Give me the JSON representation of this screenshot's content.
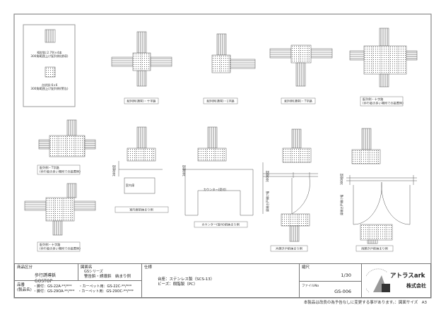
{
  "legend": {
    "line_block": [
      "線状鋲:2.7列×4本",
      "300角範囲上げ配列例(誘導)"
    ],
    "dot_block": [
      "点状鋲:6×6",
      "300角範囲上げ配列例(警告)"
    ]
  },
  "figures": {
    "cross_normal": "配列例(通常)・十字路",
    "l_normal": "配列例(通常)・L字路",
    "t_normal": "配列例(通常)・T字路",
    "cross_crowded": [
      "配列例・十字路",
      "(歩行者の多い場所での設置例)"
    ],
    "t_crowded": [
      "配列例・T字路",
      "(歩行者の多い場所での設置例)"
    ],
    "cross_crowded2": [
      "配列例・十字路",
      "(歩行者の多い場所での設置例)"
    ],
    "room_door": "室内扉前納まり例",
    "room_door_box": "室内扉",
    "counter": "カウンター(受付)前納まり例",
    "counter_box": "カウンター(受付)",
    "single_door": "片開き戸前納まり例",
    "double_door": "両開き戸前納まり例",
    "dim_300": "300程度",
    "dim_door": "扉開き戸開け幅"
  },
  "title_block": {
    "category_label": "商品区分",
    "category_value": "歩行誘導鋲　GOSTOP",
    "drawing_label": "図面名",
    "drawing_series": "GSシリーズ",
    "drawing_value": "警告鋲・誘導鋲　納まり例",
    "model_label": "品番",
    "model_label2": "(製品名)",
    "model_rows": [
      "・脚付：GS-22A-**/***　　・カーペット用：GS-22C-**/***",
      "・脚付：GS-29OA-**/***　・カーペット用：GS-29OC-**/***"
    ],
    "spec_label": "仕様",
    "spec_rows": [
      "台座：ステンレス製（SCS-13）",
      "ビーズ：樹脂製（PC）"
    ],
    "scale_label": "縮尺",
    "scale_value": "1/30",
    "file_label": "ファイルNo",
    "file_value": "GS-006",
    "company": "アトラスark",
    "company_suffix": "株式会社"
  },
  "footer": "本製品は改良の為予告なしに変更する事があります。：図面サイズ　A3"
}
